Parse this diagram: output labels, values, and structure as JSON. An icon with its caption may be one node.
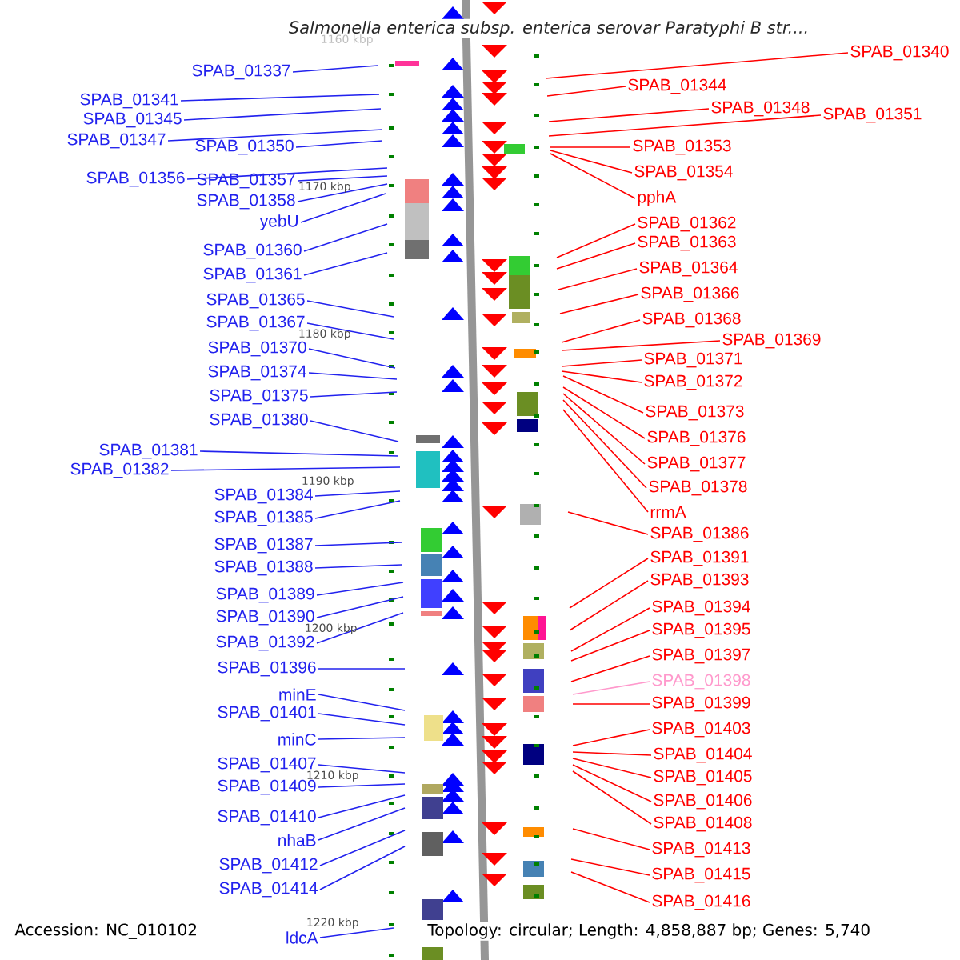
{
  "diagram": {
    "title": "Salmonella enterica subsp. enterica serovar Paratyphi B str....",
    "nodes": [
      {
        "text": [
          "SPAB_01337"
        ]
      },
      {
        "text": [
          "SPAB_01341"
        ]
      },
      {
        "text": [
          "SPAB_01345"
        ]
      },
      {
        "text": [
          "SPAB_01347"
        ]
      },
      {
        "text": [
          "SPAB_01350"
        ]
      },
      {
        "text": [
          "SPAB_01356"
        ]
      },
      {
        "text": [
          "SPAB_01357"
        ]
      },
      {
        "text": [
          "SPAB_01358"
        ]
      },
      {
        "text": [
          "yebU"
        ]
      },
      {
        "text": [
          "SPAB_01360"
        ]
      },
      {
        "text": [
          "SPAB_01361"
        ]
      },
      {
        "text": [
          "SPAB_01365"
        ]
      },
      {
        "text": [
          "SPAB_01367"
        ]
      },
      {
        "text": [
          "SPAB_01370"
        ]
      },
      {
        "text": [
          "SPAB_01374"
        ]
      },
      {
        "text": [
          "SPAB_01375"
        ]
      },
      {
        "text": [
          "SPAB_01380"
        ]
      },
      {
        "text": [
          "SPAB_01381"
        ]
      },
      {
        "text": [
          "SPAB_01382"
        ]
      },
      {
        "text": [
          "SPAB_01384"
        ]
      },
      {
        "text": [
          "SPAB_01385"
        ]
      },
      {
        "text": [
          "SPAB_01387"
        ]
      },
      {
        "text": [
          "SPAB_01388"
        ]
      },
      {
        "text": [
          "SPAB_01389"
        ]
      },
      {
        "text": [
          "SPAB_01390"
        ]
      },
      {
        "text": [
          "SPAB_01392"
        ]
      },
      {
        "text": [
          "SPAB_01396"
        ]
      },
      {
        "text": [
          "minE"
        ]
      },
      {
        "text": [
          "SPAB_01401"
        ]
      },
      {
        "text": [
          "minC"
        ]
      },
      {
        "text": [
          "SPAB_01407"
        ]
      },
      {
        "text": [
          "SPAB_01409"
        ]
      },
      {
        "text": [
          "SPAB_01410"
        ]
      },
      {
        "text": [
          "nhaB"
        ]
      },
      {
        "text": [
          "SPAB_01412"
        ]
      },
      {
        "text": [
          "SPAB_01414"
        ]
      },
      {
        "text": [
          "ldcA"
        ]
      },
      {
        "text": [
          "SPAB_01340"
        ]
      },
      {
        "text": [
          "SPAB_01344"
        ]
      },
      {
        "text": [
          "SPAB_01348"
        ]
      },
      {
        "text": [
          "SPAB_01351"
        ]
      },
      {
        "text": [
          "SPAB_01353"
        ]
      },
      {
        "text": [
          "SPAB_01354"
        ]
      },
      {
        "text": [
          "pphA"
        ]
      },
      {
        "text": [
          "SPAB_01362"
        ]
      },
      {
        "text": [
          "SPAB_01363"
        ]
      },
      {
        "text": [
          "SPAB_01364"
        ]
      },
      {
        "text": [
          "SPAB_01366"
        ]
      },
      {
        "text": [
          "SPAB_01368"
        ]
      },
      {
        "text": [
          "SPAB_01369"
        ]
      },
      {
        "text": [
          "SPAB_01371"
        ]
      },
      {
        "text": [
          "SPAB_01372"
        ]
      },
      {
        "text": [
          "SPAB_01373"
        ]
      },
      {
        "text": [
          "SPAB_01376"
        ]
      },
      {
        "text": [
          "SPAB_01377"
        ]
      },
      {
        "text": [
          "SPAB_01378"
        ]
      },
      {
        "text": [
          "rrmA"
        ]
      },
      {
        "text": [
          "SPAB_01386"
        ]
      },
      {
        "text": [
          "SPAB_01391"
        ]
      },
      {
        "text": [
          "SPAB_01393"
        ]
      },
      {
        "text": [
          "SPAB_01394"
        ]
      },
      {
        "text": [
          "SPAB_01395"
        ]
      },
      {
        "text": [
          "SPAB_01397"
        ]
      },
      {
        "text": [
          "SPAB_01398"
        ]
      },
      {
        "text": [
          "SPAB_01399"
        ]
      },
      {
        "text": [
          "SPAB_01403"
        ]
      },
      {
        "text": [
          "SPAB_01404"
        ]
      },
      {
        "text": [
          "SPAB_01405"
        ]
      },
      {
        "text": [
          "SPAB_01406"
        ]
      },
      {
        "text": [
          "SPAB_01408"
        ]
      },
      {
        "text": [
          "SPAB_01413"
        ]
      },
      {
        "text": [
          "SPAB_01415"
        ]
      },
      {
        "text": [
          "SPAB_01416"
        ]
      }
    ],
    "edges": [
      {
        "from": 0,
        "to": null,
        "arrow": "none",
        "color": "#2222ee"
      },
      {
        "from": 1,
        "to": null,
        "arrow": "none",
        "color": "#2222ee"
      },
      {
        "from": 2,
        "to": null,
        "arrow": "none",
        "color": "#2222ee"
      },
      {
        "from": 3,
        "to": null,
        "arrow": "none",
        "color": "#2222ee"
      },
      {
        "from": 4,
        "to": null,
        "arrow": "none",
        "color": "#2222ee"
      },
      {
        "from": 5,
        "to": null,
        "arrow": "none",
        "color": "#2222ee"
      },
      {
        "from": 6,
        "to": null,
        "arrow": "none",
        "color": "#2222ee"
      },
      {
        "from": 7,
        "to": null,
        "arrow": "none",
        "color": "#2222ee"
      },
      {
        "from": 8,
        "to": null,
        "arrow": "none",
        "color": "#2222ee"
      },
      {
        "from": 9,
        "to": null,
        "arrow": "none",
        "color": "#2222ee"
      },
      {
        "from": 10,
        "to": null,
        "arrow": "none",
        "color": "#2222ee"
      },
      {
        "from": 11,
        "to": null,
        "arrow": "none",
        "color": "#2222ee"
      },
      {
        "from": 12,
        "to": null,
        "arrow": "none",
        "color": "#2222ee"
      },
      {
        "from": 13,
        "to": null,
        "arrow": "none",
        "color": "#2222ee"
      },
      {
        "from": 14,
        "to": null,
        "arrow": "none",
        "color": "#2222ee"
      },
      {
        "from": 15,
        "to": null,
        "arrow": "none",
        "color": "#2222ee"
      },
      {
        "from": 16,
        "to": null,
        "arrow": "none",
        "color": "#2222ee"
      },
      {
        "from": 17,
        "to": null,
        "arrow": "none",
        "color": "#2222ee"
      },
      {
        "from": 18,
        "to": null,
        "arrow": "none",
        "color": "#2222ee"
      },
      {
        "from": 19,
        "to": null,
        "arrow": "none",
        "color": "#2222ee"
      },
      {
        "from": 20,
        "to": null,
        "arrow": "none",
        "color": "#2222ee"
      },
      {
        "from": 21,
        "to": null,
        "arrow": "none",
        "color": "#2222ee"
      },
      {
        "from": 22,
        "to": null,
        "arrow": "none",
        "color": "#2222ee"
      },
      {
        "from": 23,
        "to": null,
        "arrow": "none",
        "color": "#2222ee"
      },
      {
        "from": 24,
        "to": null,
        "arrow": "none",
        "color": "#2222ee"
      },
      {
        "from": 25,
        "to": null,
        "arrow": "none",
        "color": "#2222ee"
      },
      {
        "from": 26,
        "to": null,
        "arrow": "none",
        "color": "#2222ee"
      },
      {
        "from": 27,
        "to": null,
        "arrow": "none",
        "color": "#2222ee"
      },
      {
        "from": 28,
        "to": null,
        "arrow": "none",
        "color": "#2222ee"
      },
      {
        "from": 29,
        "to": null,
        "arrow": "none",
        "color": "#2222ee"
      },
      {
        "from": 30,
        "to": null,
        "arrow": "none",
        "color": "#2222ee"
      },
      {
        "from": 31,
        "to": null,
        "arrow": "none",
        "color": "#2222ee"
      },
      {
        "from": 32,
        "to": null,
        "arrow": "none",
        "color": "#2222ee"
      },
      {
        "from": 33,
        "to": null,
        "arrow": "none",
        "color": "#2222ee"
      },
      {
        "from": 34,
        "to": null,
        "arrow": "none",
        "color": "#2222ee"
      },
      {
        "from": 35,
        "to": null,
        "arrow": "none",
        "color": "#2222ee"
      },
      {
        "from": 36,
        "to": null,
        "arrow": "none",
        "color": "#2222ee"
      },
      {
        "from": 37,
        "to": null,
        "arrow": "none",
        "color": "#ff0000"
      },
      {
        "from": 38,
        "to": null,
        "arrow": "none",
        "color": "#ff0000"
      },
      {
        "from": 39,
        "to": null,
        "arrow": "none",
        "color": "#ff0000"
      },
      {
        "from": 40,
        "to": null,
        "arrow": "none",
        "color": "#ff0000"
      },
      {
        "from": 41,
        "to": null,
        "arrow": "none",
        "color": "#ff0000"
      },
      {
        "from": 42,
        "to": null,
        "arrow": "none",
        "color": "#ff0000"
      },
      {
        "from": 43,
        "to": null,
        "arrow": "none",
        "color": "#ff0000"
      },
      {
        "from": 44,
        "to": null,
        "arrow": "none",
        "color": "#ff0000"
      },
      {
        "from": 45,
        "to": null,
        "arrow": "none",
        "color": "#ff0000"
      },
      {
        "from": 46,
        "to": null,
        "arrow": "none",
        "color": "#ff0000"
      },
      {
        "from": 47,
        "to": null,
        "arrow": "none",
        "color": "#ff0000"
      },
      {
        "from": 48,
        "to": null,
        "arrow": "none",
        "color": "#ff0000"
      },
      {
        "from": 49,
        "to": null,
        "arrow": "none",
        "color": "#ff0000"
      },
      {
        "from": 50,
        "to": null,
        "arrow": "none",
        "color": "#ff0000"
      },
      {
        "from": 51,
        "to": null,
        "arrow": "none",
        "color": "#ff0000"
      },
      {
        "from": 52,
        "to": null,
        "arrow": "none",
        "color": "#ff0000"
      },
      {
        "from": 53,
        "to": null,
        "arrow": "none",
        "color": "#ff0000"
      },
      {
        "from": 54,
        "to": null,
        "arrow": "none",
        "color": "#ff0000"
      },
      {
        "from": 55,
        "to": null,
        "arrow": "none",
        "color": "#ff0000"
      },
      {
        "from": 56,
        "to": null,
        "arrow": "none",
        "color": "#ff0000"
      },
      {
        "from": 57,
        "to": null,
        "arrow": "none",
        "color": "#ff0000"
      },
      {
        "from": 58,
        "to": null,
        "arrow": "none",
        "color": "#ff0000"
      },
      {
        "from": 59,
        "to": null,
        "arrow": "none",
        "color": "#ff0000"
      },
      {
        "from": 60,
        "to": null,
        "arrow": "none",
        "color": "#ff0000"
      },
      {
        "from": 61,
        "to": null,
        "arrow": "none",
        "color": "#ff0000"
      },
      {
        "from": 62,
        "to": null,
        "arrow": "none",
        "color": "#ff0000"
      },
      {
        "from": 63,
        "to": null,
        "arrow": "none",
        "color": "#ff99cc"
      },
      {
        "from": 64,
        "to": null,
        "arrow": "none",
        "color": "#ff0000"
      },
      {
        "from": 65,
        "to": null,
        "arrow": "none",
        "color": "#ff0000"
      },
      {
        "from": 66,
        "to": null,
        "arrow": "none",
        "color": "#ff0000"
      },
      {
        "from": 67,
        "to": null,
        "arrow": "none",
        "color": "#ff0000"
      },
      {
        "from": 68,
        "to": null,
        "arrow": "none",
        "color": "#ff0000"
      },
      {
        "from": 69,
        "to": null,
        "arrow": "none",
        "color": "#ff0000"
      },
      {
        "from": 70,
        "to": null,
        "arrow": "none",
        "color": "#ff0000"
      },
      {
        "from": 71,
        "to": null,
        "arrow": "none",
        "color": "#ff0000"
      },
      {
        "from": 72,
        "to": null,
        "arrow": "none",
        "color": "#ff0000"
      }
    ],
    "labels": [
      "1160 kbp",
      "1170 kbp",
      "1180 kbp",
      "1190 kbp",
      "1200 kbp",
      "1210 kbp",
      "1220 kbp",
      "Accession: NC_010102",
      "Topology: circular; Length: 4,858,887 bp; Genes: 5,740"
    ]
  }
}
